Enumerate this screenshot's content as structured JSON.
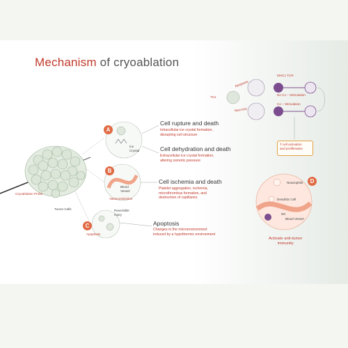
{
  "title": {
    "highlight": "Mechanism",
    "rest": "of cryoablation"
  },
  "left_labels": {
    "probe": "Cryoablation Probe",
    "tumor": "Tumor Cells"
  },
  "section_a": {
    "badge": "A",
    "ice_label": "Ice\nCrystal",
    "rupture": {
      "heading": "Cell rupture and death",
      "desc": "Intracellular ice crystal formation,\ndisrupting cell structure"
    },
    "dehydration": {
      "heading": "Cell dehydration and death",
      "desc": "Extracellular ice crystal formation,\naltering osmotic pressure"
    }
  },
  "section_b": {
    "badge": "B",
    "vessel_label": "Blood\nVessel",
    "vaso_label": "Vasoconstriction",
    "ischemia": {
      "heading": "Cell ischemia and death",
      "desc": "Platelet aggregation, ischemia,\nmicrothrombus formation, and\ndestruction of capillaries"
    }
  },
  "section_c": {
    "badge": "C",
    "injury_label": "Reversible\ninjury",
    "apoptosis_label": "Apoptosis",
    "apoptosis": {
      "heading": "Apoptosis",
      "desc": "Changes in the microenvironment\ninduced by a hypothermic environment"
    }
  },
  "immune": {
    "tcs": "TCs",
    "apoptosis_tag": "Apoptosis",
    "necrosis_tag": "Necrosis",
    "mhc_tcr": "MHC1 TCR",
    "no_co": "No Co – Stimulation",
    "co": "Co – Stimulation",
    "t_cell": "T cell activation\nand proliferation"
  },
  "section_d": {
    "badge": "D",
    "neutrophils": "Neutrophils",
    "dendritic": "Dendritic Cell",
    "nk": "NK",
    "vessel": "Blood Vessel",
    "caption": "Activate anti-tumor\nimmunity"
  },
  "colors": {
    "accent": "#c0392b",
    "badge": "#e06a44",
    "cell_fill": "#d9e4d6",
    "vessel": "#f0a48a",
    "purple": "#7b4d8e"
  }
}
